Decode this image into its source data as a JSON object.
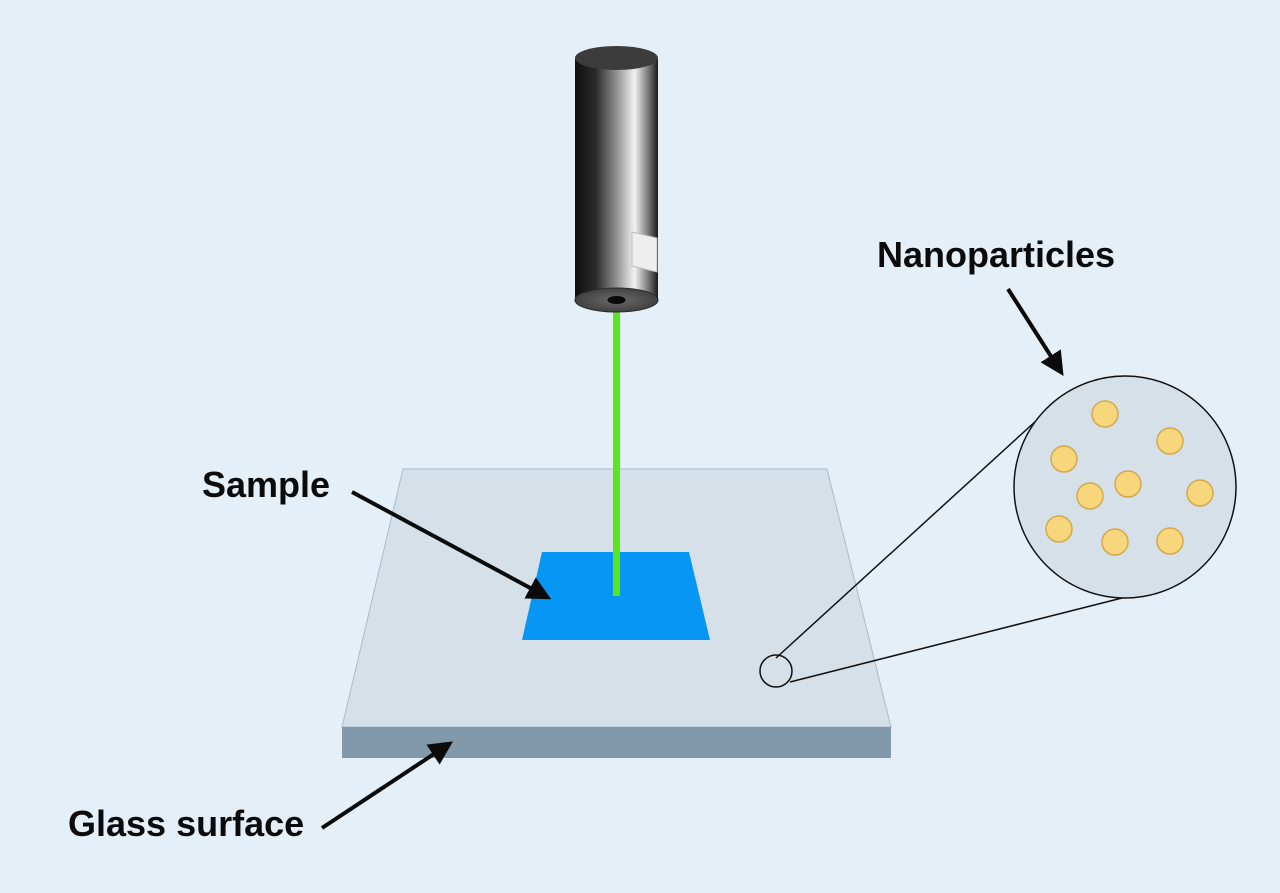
{
  "labels": {
    "nanoparticles": "Nanoparticles",
    "sample": "Sample",
    "glass_surface": "Glass surface"
  },
  "icons": {
    "laser_head": "cylinder-laser-head-icon",
    "laser_beam": "laser-beam-icon",
    "magnifier": "magnifier-circle-icon",
    "nanoparticle": "nanoparticle-dot-icon"
  },
  "colors": {
    "background": "#e4eff8",
    "glass_top": "#d5e0e8",
    "glass_edge": "#8199ab",
    "sample": "#0896f4",
    "laser": "#58e61c",
    "nanoparticle_fill": "#f8d77c",
    "nanoparticle_stroke": "#d3a94a",
    "label_text": "#0b0b0b"
  }
}
